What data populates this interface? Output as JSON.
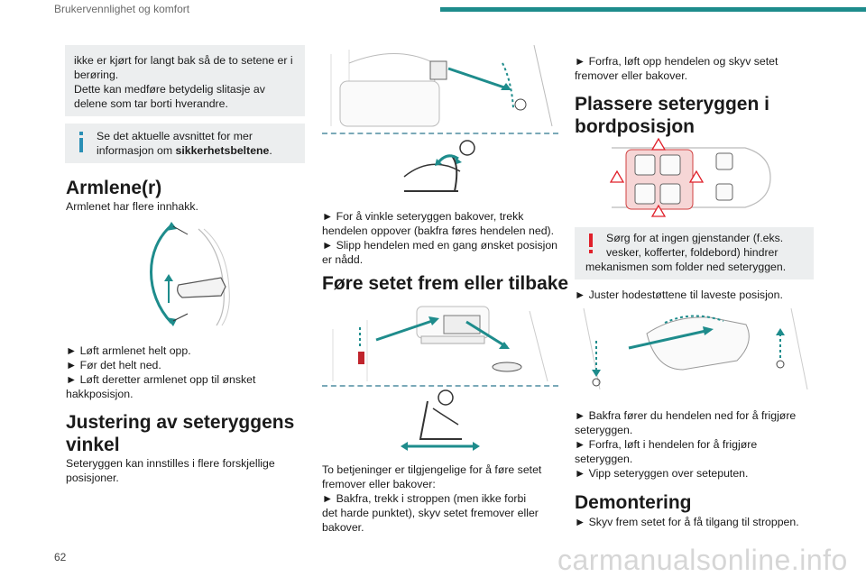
{
  "header": {
    "section_title": "Brukervennlighet og komfort",
    "page_number": "62",
    "watermark": "carmanualsonline.info"
  },
  "col1": {
    "warning_box": [
      "ikke er kjørt for langt bak så de to setene er i",
      "berøring.",
      "Dette kan medføre betydelig slitasje av",
      "delene som tar borti hverandre."
    ],
    "info_box": {
      "line1": "Se det aktuelle avsnittet for mer",
      "line2_prefix": "informasjon om ",
      "line2_bold": "sikkerhetsbeltene",
      "line2_suffix": "."
    },
    "armrest": {
      "heading": "Armlene(r)",
      "intro": "Armlenet har flere innhakk.",
      "steps": [
        "► Løft armlenet helt opp.",
        "► Før det helt ned.",
        "► Løft deretter armlenet opp til ønsket",
        "hakkposisjon."
      ]
    },
    "backrest_angle": {
      "heading_line1": "Justering av seteryggens",
      "heading_line2": "vinkel",
      "body": [
        "Seteryggen kan innstilles i flere forskjellige",
        "posisjoner."
      ]
    }
  },
  "col2": {
    "recline_steps": [
      "► For å vinkle seteryggen bakover, trekk",
      "hendelen oppover (bakfra føres hendelen ned).",
      "► Slipp hendelen med en gang ønsket posisjon",
      "er nådd."
    ],
    "move_seat": {
      "heading": "Føre setet frem eller tilbake",
      "body": [
        "To betjeninger er tilgjengelige for å føre setet",
        "fremover eller bakover:",
        "► Bakfra, trekk i stroppen (men ikke forbi",
        "det harde punktet), skyv setet fremover eller",
        "bakover."
      ]
    }
  },
  "col3": {
    "top_step": [
      "► Forfra, løft opp hendelen og skyv setet",
      "fremover eller bakover."
    ],
    "table_position": {
      "heading_line1": "Plassere seteryggen i",
      "heading_line2": "bordposisjon",
      "warning": [
        "Sørg for at ingen gjenstander (f.eks.",
        "vesker, kofferter, foldebord) hindrer",
        "mekanismen som folder ned seteryggen."
      ],
      "step_headrest": "► Juster hodestøttene til laveste posisjon.",
      "steps": [
        "► Bakfra fører du hendelen ned for å frigjøre",
        "seteryggen.",
        "► Forfra, løft i hendelen for å frigjøre",
        "seteryggen.",
        "► Vipp seteryggen over seteputen."
      ]
    },
    "removal": {
      "heading": "Demontering",
      "step": "► Skyv frem setet for å få tilgang til stroppen."
    }
  },
  "colors": {
    "accent": "#1e8c8c",
    "warning_red": "#e0202a",
    "info_teal": "#2a8fb5",
    "box_grey": "#eceeef"
  }
}
